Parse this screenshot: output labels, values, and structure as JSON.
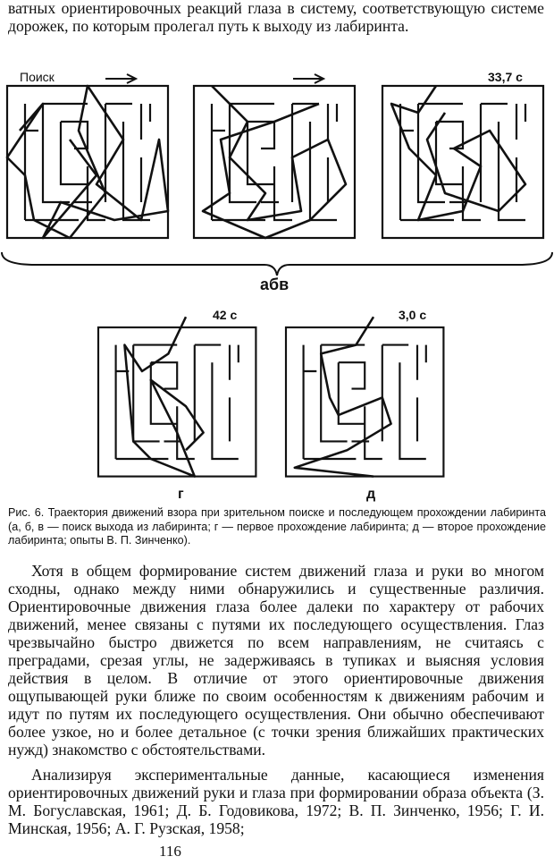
{
  "text": {
    "top_paragraph": "ватных ориентировочных реакций глаза в систему, соответствующую системе дорожек, по которым пролегал путь к выходу из лабиринта.",
    "main_paragraph": "Хотя в общем формирование систем движений глаза и руки во многом сходны, однако между ними обнаружились и существенные различия. Ориентировочные движения глаза более далеки по характеру от рабочих движений, менее связаны с путями их последующего осуществления. Глаз чрезвычайно быстро движется по всем направлениям, не считаясь с преградами, срезая углы, не задерживаясь в тупиках и выясняя условия действия в целом. В отличие от этого ориентировочные движения ощупывающей руки ближе по своим особенностям к движениям рабочим и идут по путям их последующего осуществления. Они обычно обеспечивают более узкое, но и более детальное (с точки зрения ближайших практических нужд) знакомство с обстоятельствами.",
    "second_paragraph": "Анализируя экспериментальные данные, касающиеся изменения ориентировочных движений руки и глаза при формировании образа объекта (З. М. Богуславская, 1961; Д. Б. Годовикова, 1972; В. П. Зинченко, 1956; Г. И. Минская, 1956; А. Г. Рузская, 1958;",
    "page_number": "116"
  },
  "figure": {
    "label_search": "Поиск",
    "time_v": "33,7 с",
    "label_abv": "абв",
    "time_g": "42 с",
    "time_d": "3,0 с",
    "label_g": "г",
    "label_d": "д",
    "caption": "Рис. 6. Траектория движений взора при зрительном поиске и последующем прохождении лабиринта (а, б, в — поиск выхода из лабиринта; г — первое прохождение лабиринта; д — второе прохождение лабиринта; опыты В. П. Зинченко)",
    "caption_end": "."
  }
}
